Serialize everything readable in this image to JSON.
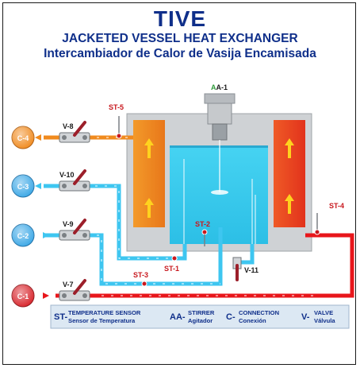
{
  "header": {
    "title": "TIVE",
    "subtitle_en": "JACKETED VESSEL HEAT EXCHANGER",
    "subtitle_es": "Intercambiador de Calor de Vasija Encamisada"
  },
  "connections": [
    "C-4",
    "C-3",
    "C-2",
    "C-1"
  ],
  "valves": [
    "V-8",
    "V-10",
    "V-9",
    "V-7",
    "V-11"
  ],
  "sensors": [
    "ST-5",
    "ST-4",
    "ST-3",
    "ST-2",
    "ST-1"
  ],
  "stirrer": {
    "prefix": "A",
    "rest": "A-1"
  },
  "legend": {
    "st": {
      "code": "ST-",
      "line1": "TEMPERATURE SENSOR",
      "line2": "Sensor de Temperatura"
    },
    "aa": {
      "code": "AA-",
      "line1": "STIRRER",
      "line2": "Agitador"
    },
    "c": {
      "code": "C-",
      "line1": "CONNECTION",
      "line2": "Conexión"
    },
    "v": {
      "code": "V-",
      "line1": "VALVE",
      "line2": "Válvula"
    }
  },
  "colors": {
    "title": "#0f2f8a",
    "hot_water": "#e8161b",
    "cold_water": "#3ec6f0",
    "vessel_water": "#37c9ec",
    "jacket_left": "#f08a1e",
    "jacket_right": "#ee4a22",
    "arrow": "#ffd21e",
    "sensor": "#c8181e",
    "stirrer_green": "#2f9a3a"
  }
}
